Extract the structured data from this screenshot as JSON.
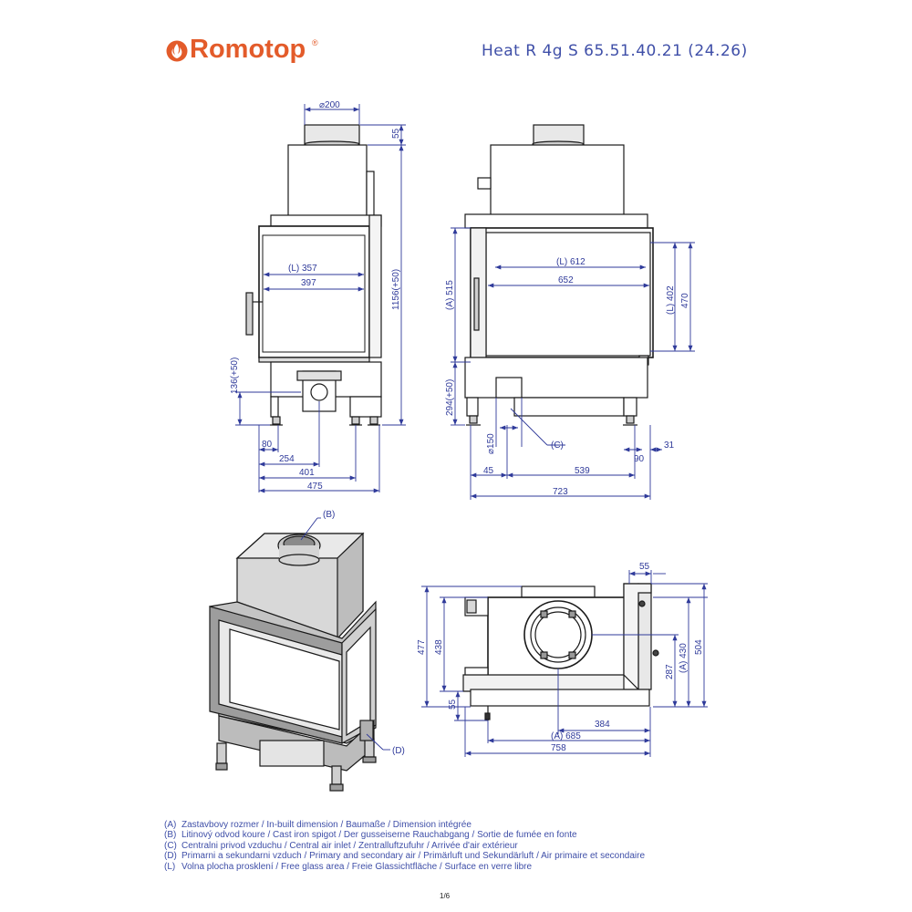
{
  "brand": {
    "name": "Romotop",
    "registered": "®",
    "color": "#e35b2a"
  },
  "model": {
    "title": "Heat R 4g S 65.51.40.21 (24.26)"
  },
  "dimension_color": "#2f3a9a",
  "front_view": {
    "flue_diameter": "⌀200",
    "flue_height": "55",
    "total_height": "1156(+50)",
    "glass_width": "(L) 357",
    "inner_width": "397",
    "air_inlet_height": "136(+50)",
    "foot_offset": "80",
    "inlet_offset": "254",
    "foot_span": "401",
    "total_width": "475"
  },
  "side_view": {
    "glass_width": "(L) 612",
    "inner_width": "652",
    "opening_height": "(A) 515",
    "glass_height": "(L) 402",
    "frame_height": "470",
    "base_height": "294(+50)",
    "air_inlet_diameter": "⌀150",
    "callout_c": "(C)",
    "left_offset": "45",
    "inlet_span": "539",
    "right_offset": "90",
    "edge": "31",
    "total_width": "723"
  },
  "iso_view": {
    "callout_b": "(B)",
    "callout_d": "(D)"
  },
  "plan_view": {
    "top_offset": "55",
    "depth_total": "477",
    "depth_inner": "438",
    "front_offset": "55",
    "opening_depth": "(A) 430",
    "total_depth": "504",
    "side_depth": "287",
    "flue_offset": "384",
    "opening_width": "(A) 685",
    "total_width": "758"
  },
  "legend": [
    {
      "code": "(A)",
      "text": "Zastavbovy rozmer / In-built dimension / Baumaße / Dimension intégrée"
    },
    {
      "code": "(B)",
      "text": "Litinový odvod koure / Cast iron spigot / Der gusseiserne Rauchabgang / Sortie de fumée en fonte"
    },
    {
      "code": "(C)",
      "text": "Centralni privod vzduchu / Central air inlet / Zentralluftzufuhr / Arrivée d'air extérieur"
    },
    {
      "code": "(D)",
      "text": "Primarni a sekundarni vzduch / Primary and secondary air / Primärluft und Sekundärluft / Air primaire et secondaire"
    },
    {
      "code": "(L)",
      "text": "Volna plocha prosklení / Free glass area / Freie Glassichtfläche / Surface en verre libre"
    }
  ],
  "page": "1/6"
}
